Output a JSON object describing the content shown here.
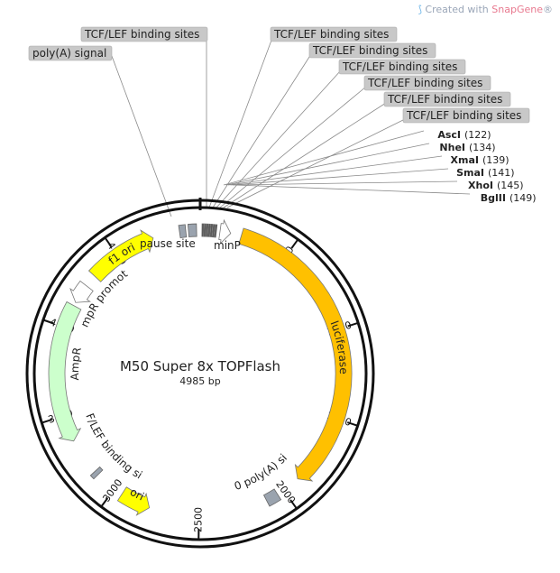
{
  "watermark": {
    "prefix": "Created with ",
    "brand": "SnapGene",
    "suffix": "®"
  },
  "plasmid": {
    "name": "M50 Super 8x TOPFlash",
    "size": "4985 bp"
  },
  "ticks": [
    "500",
    "1000",
    "1500",
    "2000",
    "2500",
    "3000",
    "3500",
    "4000",
    "4500"
  ],
  "features": {
    "pause_site": "pause site",
    "minp": "minP",
    "luciferase": "luciferase",
    "sv40": "SV40 poly(A) signal",
    "ori": "ori",
    "tcf_inner": "TCF/LEF binding sites",
    "ampr": "AmpR",
    "ampr_promoter": "AmpR promoter",
    "f1_ori": "f1 ori"
  },
  "callouts": {
    "polya": "poly(A) signal",
    "tcf": [
      "TCF/LEF binding sites",
      "TCF/LEF binding sites",
      "TCF/LEF binding sites",
      "TCF/LEF binding sites",
      "TCF/LEF binding sites",
      "TCF/LEF binding sites",
      "TCF/LEF binding sites"
    ]
  },
  "sites": [
    {
      "name": "AscI",
      "pos": "(122)"
    },
    {
      "name": "NheI",
      "pos": "(134)"
    },
    {
      "name": "XmaI",
      "pos": "(139)"
    },
    {
      "name": "SmaI",
      "pos": "(141)"
    },
    {
      "name": "XhoI",
      "pos": "(145)"
    },
    {
      "name": "BglII",
      "pos": "(149)"
    }
  ],
  "colors": {
    "luciferase": "#ffc000",
    "ori": "#ffff00",
    "f1_ori": "#ffff00",
    "ampr": "#ccffcc",
    "gray_feature": "#9aa3ae",
    "label_box": "#c8c8c8"
  }
}
